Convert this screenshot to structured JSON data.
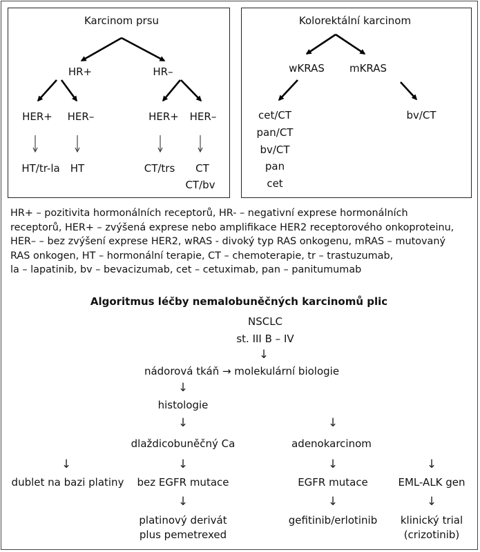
{
  "breast": {
    "title": "Karcinom prsu",
    "hr_pos": "HR+",
    "hr_neg": "HR–",
    "her_pos_1": "HER+",
    "her_neg_1": "HER–",
    "her_pos_2": "HER+",
    "her_neg_2": "HER–",
    "tx_1": "HT/tr-la",
    "tx_2": "HT",
    "tx_3": "CT/trs",
    "tx_4a": "CT",
    "tx_4b": "CT/bv"
  },
  "colorectal": {
    "title": "Kolorektální karcinom",
    "wkras": "wKRAS",
    "mkras": "mKRAS",
    "w_tx": [
      "cet/CT",
      "pan/CT",
      "bv/CT",
      "pan",
      "cet"
    ],
    "m_tx": "bv/CT"
  },
  "legend": "HR+ – pozitivita hormonálních receptorů, HR- – negativní exprese hormonálních\nreceptorů, HER+ – zvýšená exprese nebo amplifikace HER2 receptorového onkoproteinu,\nHER– – bez zvýšení exprese HER2, wRAS - divoký typ RAS onkogenu, mRAS – mutovaný\nRAS onkogen, HT – hormonální terapie, CT – chemoterapie, tr – trastuzumab,\nla – lapatinib, bv – bevacizumab, cet – cetuximab, pan – panitumumab",
  "nsclc": {
    "title": "Algoritmus léčby nemalobuněčných karcinomů plic",
    "root": "NSCLC",
    "stage": "st. III B – IV",
    "tissue": "nádorová tkáň → molekulární biologie",
    "histology": "histologie",
    "squamous": "dlaždicobuněčný Ca",
    "adeno": "adenokarcinom",
    "doublet": "dublet na bazi platiny",
    "no_egfr": "bez EGFR mutace",
    "egfr": "EGFR mutace",
    "eml_alk": "EML-ALK gen",
    "platinum_1": "platinový derivát",
    "platinum_2": "plus pemetrexed",
    "tki": "gefitinib/erlotinib",
    "trial_1": "klinický trial",
    "trial_2": "(crizotinib)",
    "arrow": "↓"
  }
}
